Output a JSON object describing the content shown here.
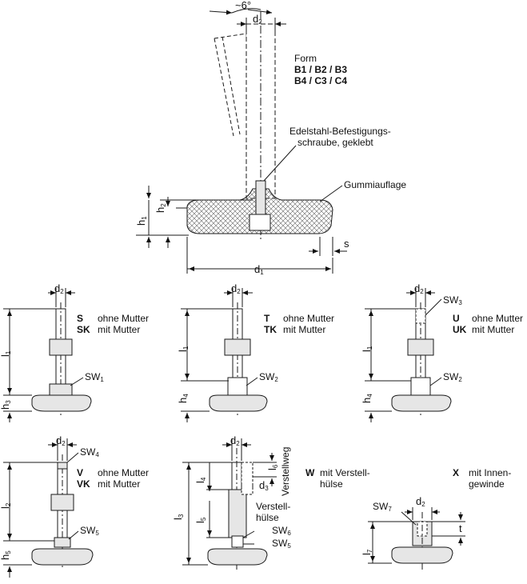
{
  "top": {
    "angle": "~6°",
    "d2": "d",
    "d2_sub": "2",
    "form_label": "Form",
    "form_line1": "B1 / B2 / B3",
    "form_line2": "B4 / C3 / C4",
    "screw_line1": "Edelstahl-Befestigungs-",
    "screw_line2": "schraube, geklebt",
    "rubber": "Gummiauflage",
    "h1": "h",
    "h1_sub": "1",
    "h2": "h",
    "h2_sub": "2",
    "s": "s",
    "d1": "d",
    "d1_sub": "1"
  },
  "sub": [
    {
      "d2": "d",
      "d2_sub": "2",
      "code": "S",
      "code2": "SK",
      "text": "ohne Mutter",
      "text2": "mit Mutter",
      "l": "l",
      "l_sub": "1",
      "h": "h",
      "h_sub": "3",
      "sw": "SW",
      "sw_sub": "1"
    },
    {
      "d2": "d",
      "d2_sub": "2",
      "code": "T",
      "code2": "TK",
      "text": "ohne Mutter",
      "text2": "mit Mutter",
      "l": "l",
      "l_sub": "1",
      "h": "h",
      "h_sub": "4",
      "sw": "SW",
      "sw_sub": "2"
    },
    {
      "d2": "d",
      "d2_sub": "2",
      "code": "U",
      "code2": "UK",
      "text": "ohne Mutter",
      "text2": "mit Mutter",
      "l": "l",
      "l_sub": "1",
      "h": "h",
      "h_sub": "4",
      "sw": "SW",
      "sw_sub": "3",
      "sw2": "SW",
      "sw2_sub": "2"
    },
    {
      "d2": "d",
      "d2_sub": "2",
      "code": "V",
      "code2": "VK",
      "text": "ohne Mutter",
      "text2": "mit Mutter",
      "l": "l",
      "l_sub": "2",
      "h": "h",
      "h_sub": "5",
      "sw": "SW",
      "sw_sub": "4",
      "sw2": "SW",
      "sw2_sub": "5"
    }
  ],
  "w": {
    "d2": "d",
    "d2_sub": "2",
    "d3": "d",
    "d3_sub": "3",
    "l3": "l",
    "l3_sub": "3",
    "l4": "l",
    "l4_sub": "4",
    "l5": "l",
    "l5_sub": "5",
    "l6": "l",
    "l6_sub": "6",
    "verstellweg": "Verstellweg",
    "sleeve1": "Verstell-",
    "sleeve2": "hülse",
    "sw6": "SW",
    "sw6_sub": "6",
    "sw5": "SW",
    "sw5_sub": "5",
    "code": "W",
    "caption1": "mit Verstell-",
    "caption2": "hülse"
  },
  "x": {
    "code": "X",
    "caption1": "mit Innen-",
    "caption2": "gewinde",
    "sw": "SW",
    "sw_sub": "7",
    "d2": "d",
    "d2_sub": "2",
    "t": "t",
    "l": "l",
    "l_sub": "7"
  },
  "colors": {
    "line": "#1a1a1a",
    "fill": "#e6e6e6",
    "hatch": "#555555"
  }
}
